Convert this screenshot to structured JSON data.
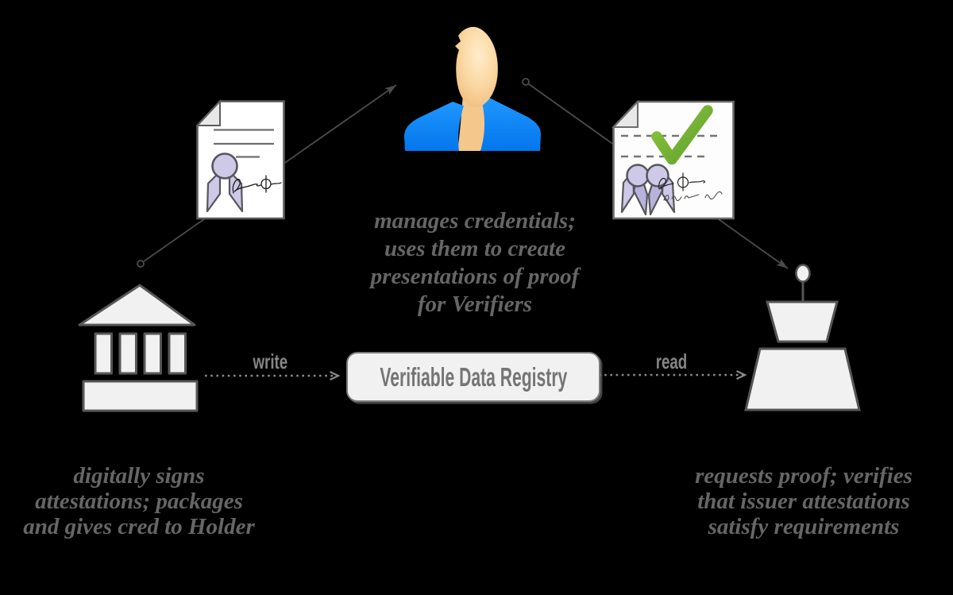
{
  "registry": {
    "label": "Verifiable Data Registry"
  },
  "flows": {
    "write_label": "write",
    "read_label": "read"
  },
  "captions": {
    "holder": {
      "lines": [
        "manages credentials;",
        "uses them to create",
        "presentations of proof",
        "for Verifiers"
      ]
    },
    "issuer": {
      "lines": [
        "digitally signs",
        "attestations; packages",
        "and gives cred to Holder"
      ]
    },
    "verifier": {
      "lines": [
        "requests proof; verifies",
        "that issuer attestations",
        "satisfy requirements"
      ]
    }
  },
  "icons": {
    "issuer": "bank-building-icon",
    "holder": "person-avatar-icon",
    "verifier": "podium-figure-icon",
    "credential": "document-with-ribbon-seal-icon",
    "verified_credential": "document-with-checkmark-and-seals-icon",
    "checkmark": "green-checkmark-icon"
  },
  "colors": {
    "background": "#000000",
    "shirt_blue": "#0d84f6",
    "skin": "#fbd9a4",
    "check_green": "#76b82a",
    "ribbon": "#cdc9e7",
    "icon_fill": "#f1f1f1",
    "icon_stroke": "#565656",
    "caption_text": "#666666",
    "registry_text": "#757575",
    "connector": "#4c4c4c",
    "dotted_line": "#8a8a8a"
  }
}
